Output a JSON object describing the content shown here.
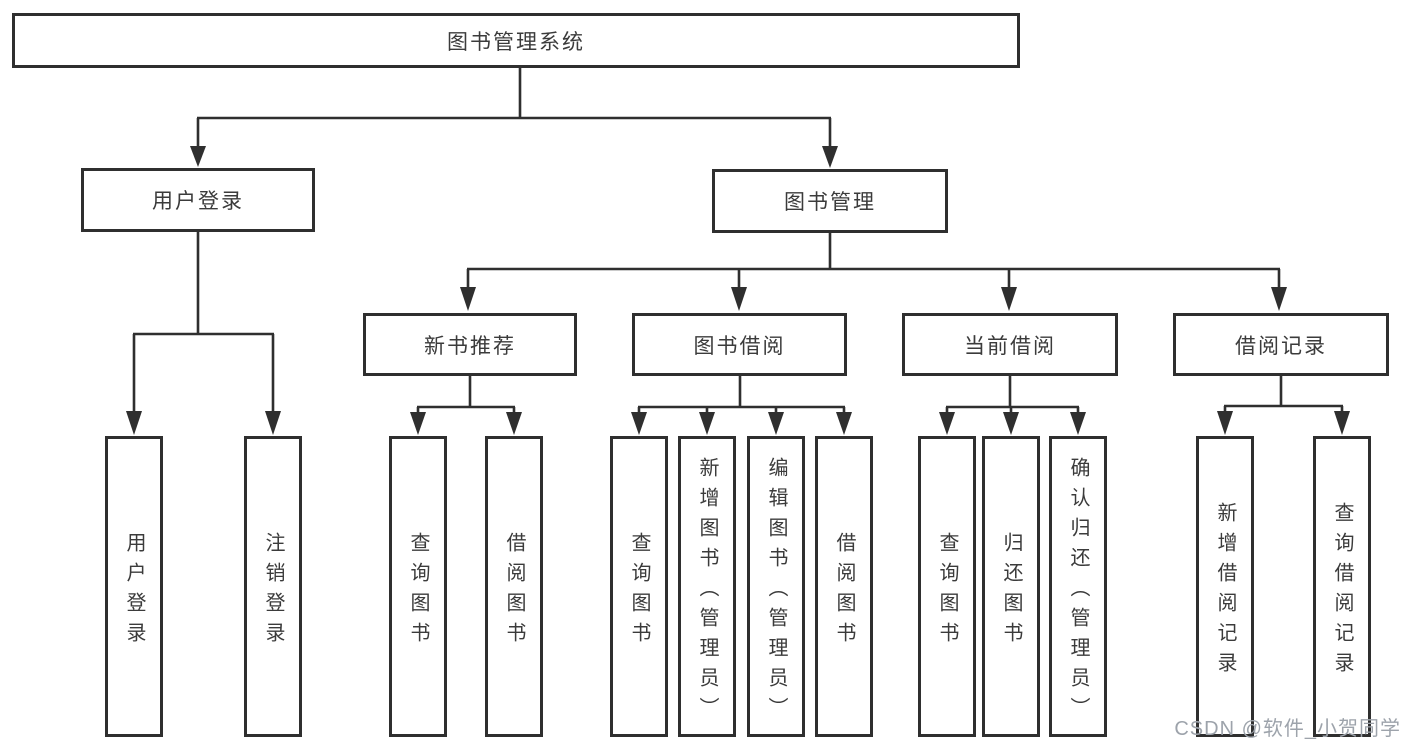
{
  "title": "图书管理系统",
  "tree": {
    "root": "图书管理系统",
    "branches": [
      {
        "label": "用户登录",
        "leaves": [
          "用户登录",
          "注销登录"
        ]
      },
      {
        "label": "图书管理",
        "children": [
          {
            "label": "新书推荐",
            "leaves": [
              "查询图书",
              "借阅图书"
            ]
          },
          {
            "label": "图书借阅",
            "leaves": [
              "查询图书",
              "新增图书（管理员）",
              "编辑图书（管理员）",
              "借阅图书"
            ]
          },
          {
            "label": "当前借阅",
            "leaves": [
              "查询图书",
              "归还图书",
              "确认归还（管理员）"
            ]
          },
          {
            "label": "借阅记录",
            "leaves": [
              "新增借阅记录",
              "查询借阅记录"
            ]
          }
        ]
      }
    ]
  },
  "watermark": {
    "text": "CSDN @软件_小贺同学"
  },
  "colors": {
    "line": "#2f2f2f",
    "box_border": "#2f2f2f",
    "text": "#3b3b3b",
    "watermark": "#9da3ab",
    "background": "#ffffff"
  }
}
